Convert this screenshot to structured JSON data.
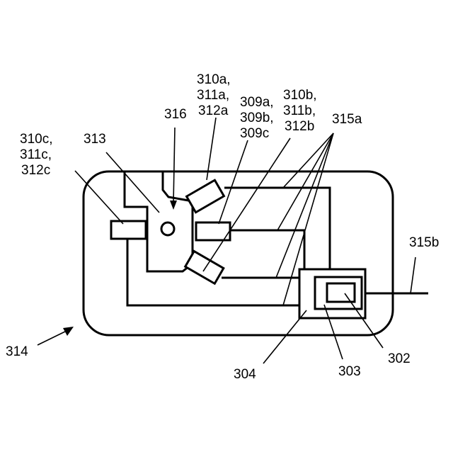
{
  "labels": {
    "l310a_1": "310a,",
    "l310a_2": "311a,",
    "l310a_3": "312a",
    "l309_1": "309a,",
    "l309_2": "309b,",
    "l309_3": "309c",
    "l310b_1": "310b,",
    "l310b_2": "311b,",
    "l310b_3": "312b",
    "l316": "316",
    "l315a": "315a",
    "l310c_1": "310c,",
    "l310c_2": "311c,",
    "l310c_3": "312c",
    "l313": "313",
    "l315b": "315b",
    "l314": "314",
    "l304": "304",
    "l303": "303",
    "l302": "302"
  },
  "colors": {
    "line": "#000000",
    "background": "#ffffff"
  }
}
